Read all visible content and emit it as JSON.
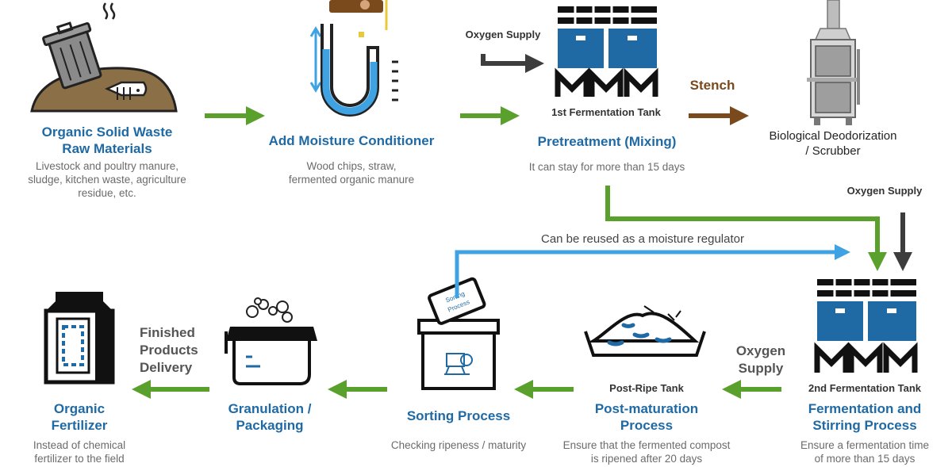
{
  "colors": {
    "title_blue": "#1f6aa5",
    "tank_blue": "#1f6aa5",
    "light_blue": "#3fa3e3",
    "flow_green": "#5aa02c",
    "stench_brown": "#7a4a1c",
    "dark_gray": "#3d3d3d",
    "soil_brown": "#8b6f47"
  },
  "steps": {
    "raw": {
      "title_1": "Organic Solid Waste",
      "title_2": "Raw Materials",
      "desc_1": "Livestock and poultry manure,",
      "desc_2": "sludge, kitchen waste, agriculture",
      "desc_3": "residue, etc.",
      "icon": "trash-can-on-waste-pile-icon"
    },
    "moisture": {
      "title": "Add Moisture Conditioner",
      "desc_1": "Wood chips,  straw,",
      "desc_2": "fermented organic manure",
      "icon": "moisture-u-tube-icon"
    },
    "pretreat": {
      "oxygen": "Oxygen Supply",
      "tank_label": "1st Fermentation Tank",
      "title": "Pretreatment (Mixing)",
      "desc": "It can stay for more than 15 days",
      "icon": "fermentation-tank-icon"
    },
    "stench": "Stench",
    "deodor": {
      "title_1": "Biological Deodorization",
      "title_2": "/ Scrubber",
      "icon": "scrubber-tower-icon"
    },
    "oxygen_2": "Oxygen Supply",
    "reuse": "Can be reused as a moisture regulator",
    "fermentation": {
      "tank_label": "2nd Fermentation Tank",
      "title_1": "Fermentation and",
      "title_2": "Stirring Process",
      "desc_1": "Ensure a fermentation time",
      "desc_2": "of more than 15 days",
      "oxygen_1": "Oxygen",
      "oxygen_2": "Supply"
    },
    "post": {
      "tank_label": "Post-Ripe Tank",
      "title_1": "Post-maturation",
      "title_2": "Process",
      "desc_1": "Ensure that the fermented compost",
      "desc_2": "is ripened after 20 days",
      "icon": "compost-pile-icon"
    },
    "sorting": {
      "title": "Sorting Process",
      "desc": "Checking ripeness / maturity",
      "card_1": "Sorting",
      "card_2": "Process",
      "icon": "sorting-box-icon"
    },
    "granulation": {
      "title_1": "Granulation /",
      "title_2": "Packaging",
      "icon": "granulation-machine-icon"
    },
    "delivery": {
      "line_1": "Finished",
      "line_2": "Products",
      "line_3": "Delivery"
    },
    "fertilizer": {
      "title_1": "Organic",
      "title_2": "Fertilizer",
      "desc_1": "Instead of chemical",
      "desc_2": "fertilizer to the field",
      "icon": "fertilizer-bag-icon"
    }
  }
}
